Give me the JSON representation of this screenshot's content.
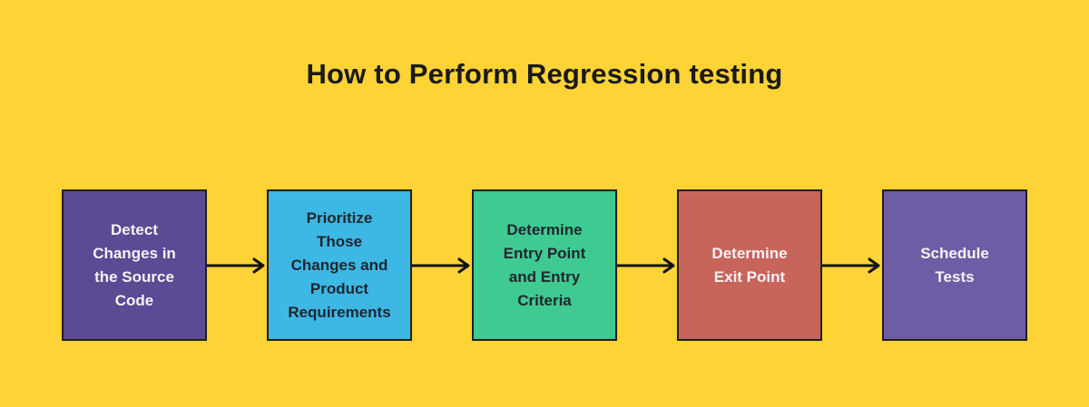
{
  "title": "How to Perform Regression testing",
  "colors": {
    "background": "#FDD335",
    "title_text": "#1A1A1A",
    "box_border": "#1F1F1F",
    "arrow": "#111111"
  },
  "icons": {
    "connector": "arrow-right-icon"
  },
  "flow": {
    "steps": [
      {
        "label": "Detect\nChanges in\nthe Source\nCode",
        "bg": "#5A4B94",
        "text": "#F6F2F5"
      },
      {
        "label": "Prioritize\nThose\nChanges and\nProduct\nRequirements",
        "bg": "#3DB7E4",
        "text": "#21262E"
      },
      {
        "label": "Determine\nEntry Point\nand Entry\nCriteria",
        "bg": "#3FCA92",
        "text": "#21262E"
      },
      {
        "label": "Determine\nExit Point",
        "bg": "#C8655B",
        "text": "#F6F2F5"
      },
      {
        "label": "Schedule\nTests",
        "bg": "#6C5DA5",
        "text": "#F6F2F5"
      }
    ]
  }
}
